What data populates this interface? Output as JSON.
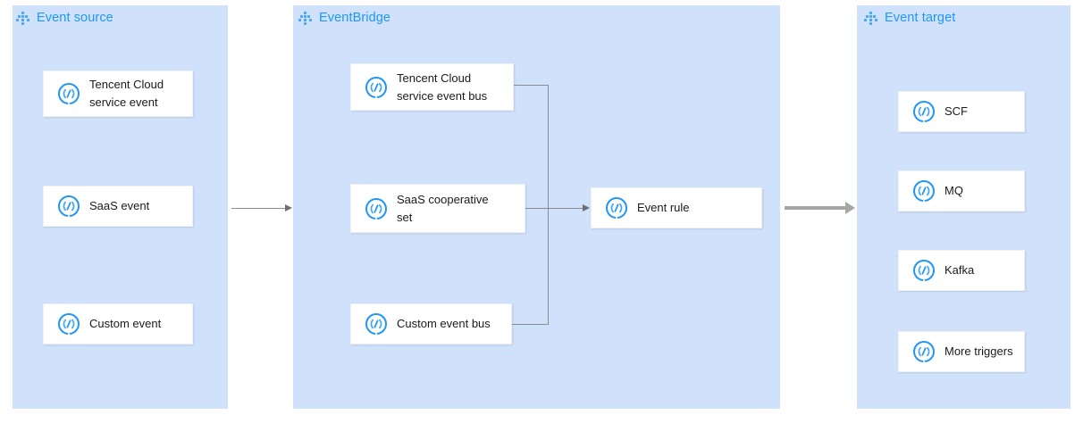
{
  "diagram": {
    "title_icon": "cluster-dots-icon",
    "card_icon": "event-circle-icon",
    "panels": [
      {
        "id": "event-source",
        "title": "Event source",
        "cards": [
          {
            "label": "Tencent Cloud service event",
            "icon": "event-circle-icon"
          },
          {
            "label": "SaaS event",
            "icon": "event-circle-icon"
          },
          {
            "label": "Custom event",
            "icon": "event-circle-icon"
          }
        ]
      },
      {
        "id": "eventbridge",
        "title": "EventBridge",
        "cards": [
          {
            "label": "Tencent Cloud service event bus",
            "icon": "event-circle-icon"
          },
          {
            "label": "SaaS cooperative set",
            "icon": "event-circle-icon"
          },
          {
            "label": "Custom event bus",
            "icon": "event-circle-icon"
          },
          {
            "label": "Event rule",
            "icon": "event-circle-icon"
          }
        ]
      },
      {
        "id": "event-target",
        "title": "Event target",
        "cards": [
          {
            "label": "SCF",
            "icon": "event-circle-icon"
          },
          {
            "label": "MQ",
            "icon": "event-circle-icon"
          },
          {
            "label": "Kafka",
            "icon": "event-circle-icon"
          },
          {
            "label": "More triggers",
            "icon": "event-circle-icon"
          }
        ]
      }
    ],
    "colors": {
      "panel_background": "#d0e2fb",
      "title_text": "#2196f3",
      "icon_accent": "#2196f3",
      "connector": "#8c8c8c",
      "connector_thick": "#a6a6a6",
      "card_background": "#ffffff"
    }
  }
}
